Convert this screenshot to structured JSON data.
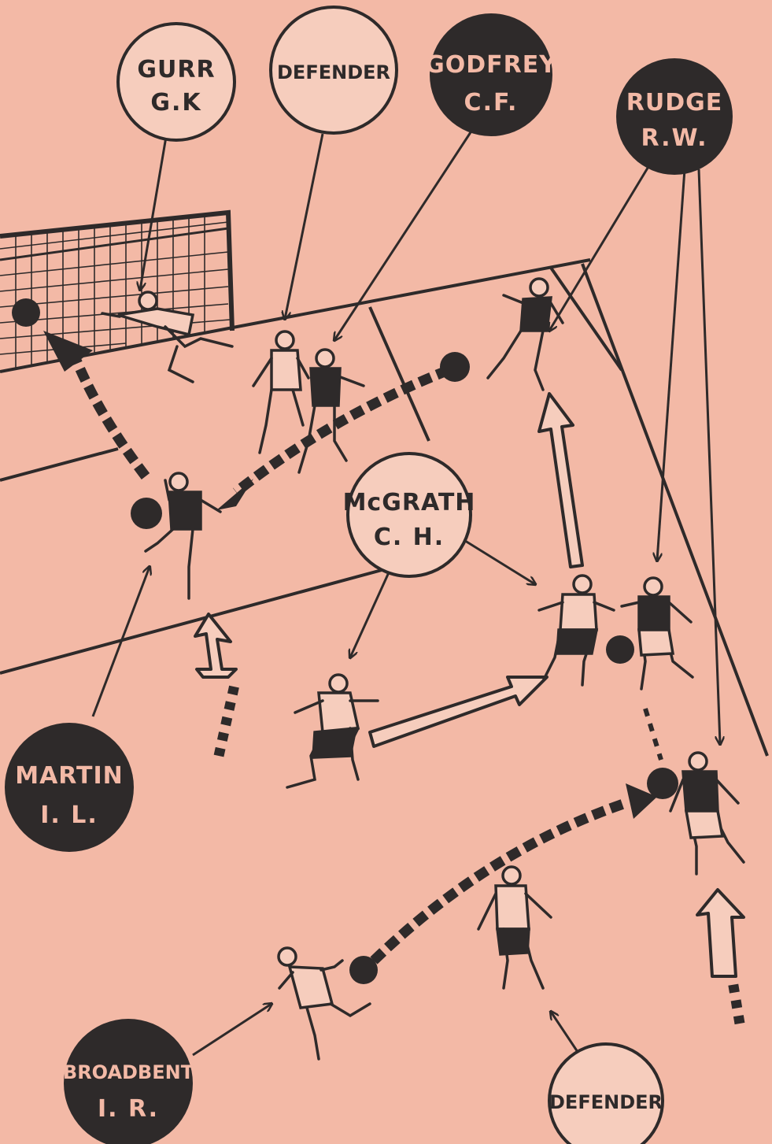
{
  "colors": {
    "paper": "#f3b9a6",
    "ink": "#2e2a2a",
    "light_fill": "#f6cdbd"
  },
  "labels": {
    "gurr": {
      "name": "GURR",
      "pos": "G.K"
    },
    "defender_top": {
      "name": "DEFENDER"
    },
    "godfrey": {
      "name": "GODFREY",
      "pos": "C.F."
    },
    "rudge": {
      "name": "RUDGE",
      "pos": "R.W."
    },
    "mcgrath": {
      "name": "McGRATH",
      "pos": "C. H."
    },
    "martin": {
      "name": "MARTIN",
      "pos": "I. L."
    },
    "broadbent": {
      "name": "BROADBENT",
      "pos": "I. R."
    },
    "defender_bottom": {
      "name": "DEFENDER"
    }
  }
}
